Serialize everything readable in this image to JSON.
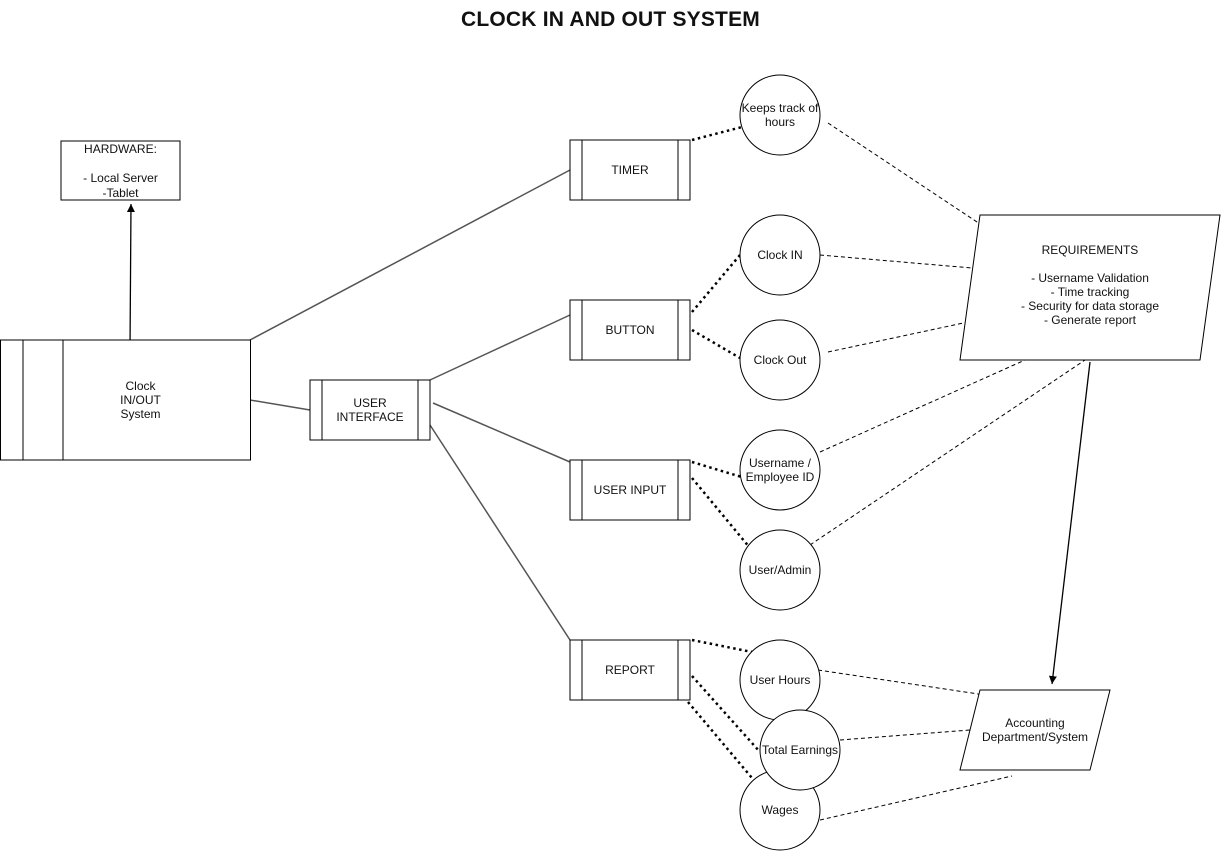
{
  "title": "CLOCK IN AND OUT SYSTEM",
  "nodes": {
    "hardware": "HARDWARE:\n\n- Local Server\n-Tablet",
    "system": "Clock\nIN/OUT\nSystem",
    "ui": "USER\nINTERFACE",
    "timer": "TIMER",
    "button": "BUTTON",
    "user_input": "USER INPUT",
    "report": "REPORT",
    "hours": "Keeps track of\nhours",
    "clock_in": "Clock IN",
    "clock_out": "Clock Out",
    "username": "Username /\nEmployee ID",
    "user_admin": "User/Admin",
    "user_hours": "User Hours",
    "total_earnings": "Total Earnings",
    "wages": "Wages",
    "requirements": "REQUIREMENTS\n\n- Username Validation\n- Time tracking\n- Security for data storage\n- Generate report",
    "accounting": "Accounting\nDepartment/System"
  }
}
